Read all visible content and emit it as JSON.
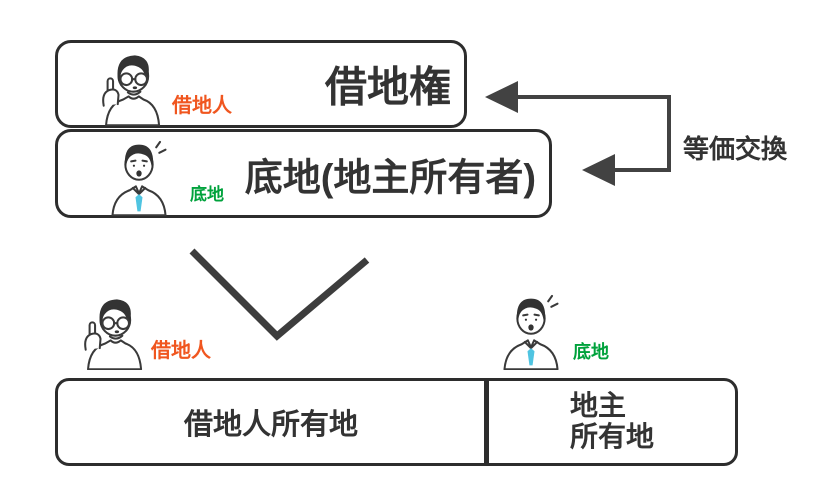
{
  "boxes": {
    "leasehold": {
      "title": "借地権",
      "person_label": "借地人"
    },
    "land": {
      "title": "底地(地主所有者)",
      "person_label": "底地"
    }
  },
  "exchange": {
    "label": "等価交換"
  },
  "bottom": {
    "left_person_label": "借地人",
    "right_person_label": "底地",
    "table": {
      "left_cell": "借地人所有地",
      "right_cell_line1": "地主",
      "right_cell_line2": "所有地"
    }
  },
  "icons": {
    "borrower": "borrower-person-icon",
    "landlord": "landlord-person-icon",
    "arrows": "equivalent-exchange-arrow",
    "chevron": "down-chevron"
  },
  "colors": {
    "orange": "#f0561f",
    "green": "#00a23c",
    "ink": "#333333",
    "outline": "#2d2d2d",
    "arrow": "#424242",
    "tie_blue": "#4fc4e1"
  }
}
